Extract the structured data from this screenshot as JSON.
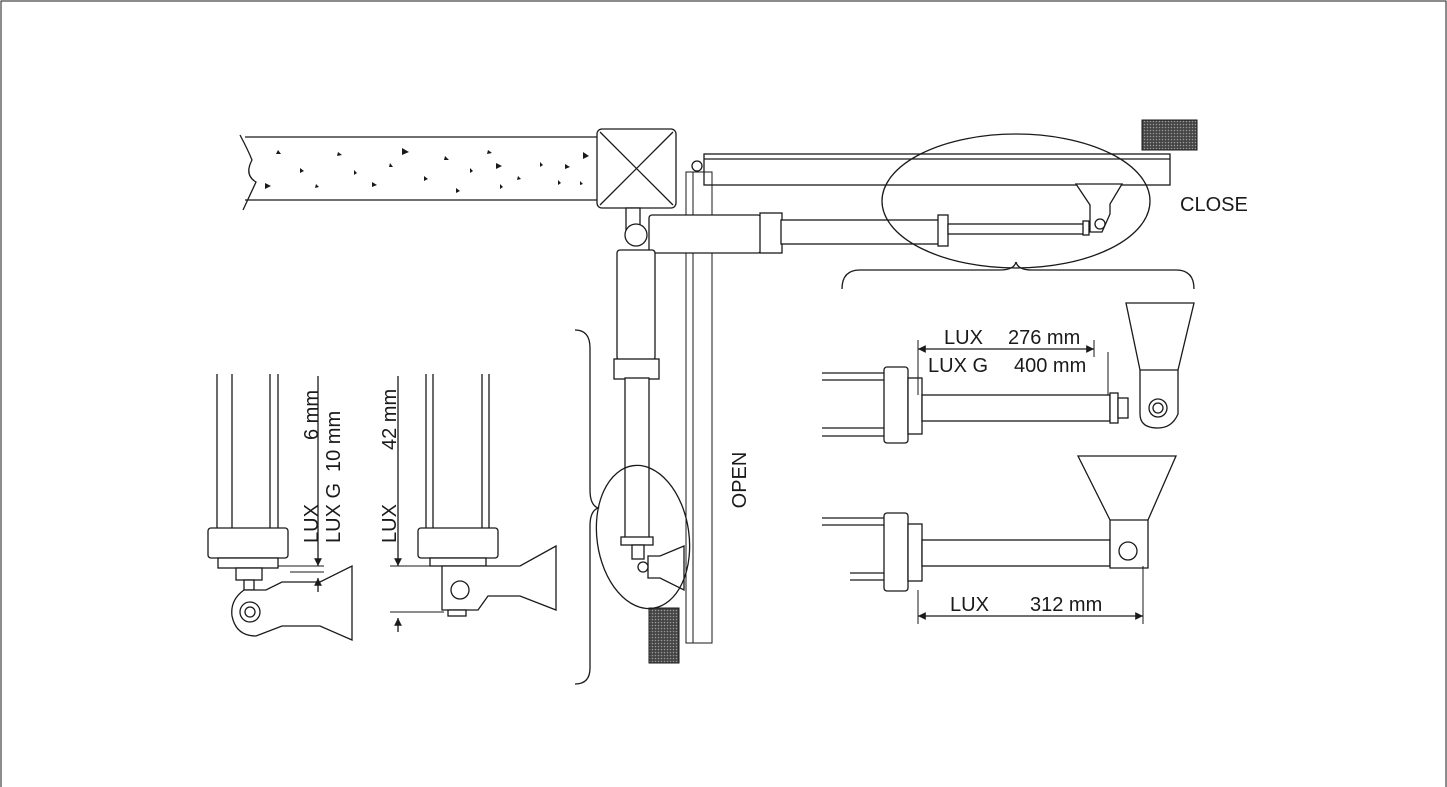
{
  "labels": {
    "close": "CLOSE",
    "open": "OPEN"
  },
  "dimensions": {
    "lux_276": {
      "model": "LUX",
      "value": "276 mm"
    },
    "luxg_400": {
      "model": "LUX G",
      "value": "400 mm"
    },
    "lux_312": {
      "model": "LUX",
      "value": "312 mm"
    },
    "lux_6": {
      "model": "LUX",
      "value": "6 mm"
    },
    "luxg_10": {
      "model": "LUX G",
      "value": "10 mm"
    },
    "lux_42": {
      "model": "LUX",
      "value": "42 mm"
    }
  }
}
